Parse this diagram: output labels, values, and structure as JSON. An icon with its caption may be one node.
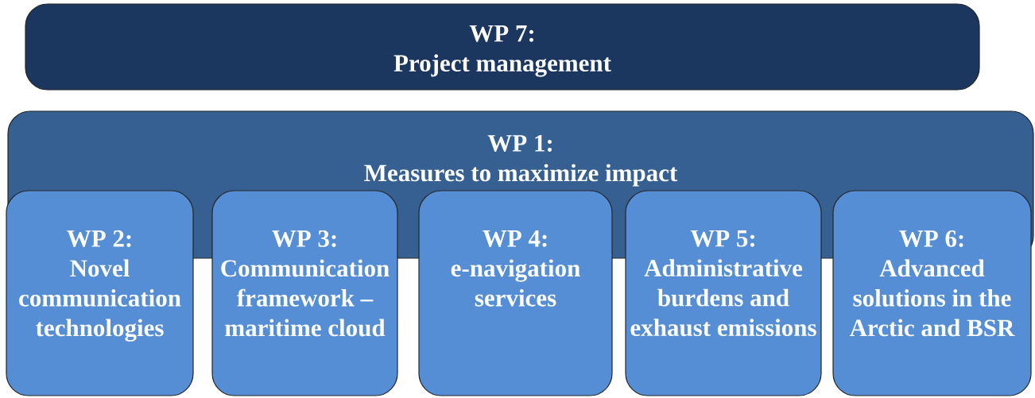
{
  "diagram": {
    "nodes": [
      {
        "text": [
          "WP 7:",
          "Project management"
        ]
      },
      {
        "text": [
          "WP 1:",
          "Measures to maximize impact"
        ]
      },
      {
        "text": [
          "WP 2:",
          "Novel communication technologies"
        ]
      },
      {
        "text": [
          "WP 3:",
          "Communication framework – maritime cloud"
        ]
      },
      {
        "text": [
          "WP 4:",
          "e-navigation services"
        ]
      },
      {
        "text": [
          "WP 5:",
          "Administrative burdens and exhaust emissions"
        ]
      },
      {
        "text": [
          "WP 6:",
          "Advanced solutions in the Arctic and BSR"
        ]
      }
    ]
  }
}
